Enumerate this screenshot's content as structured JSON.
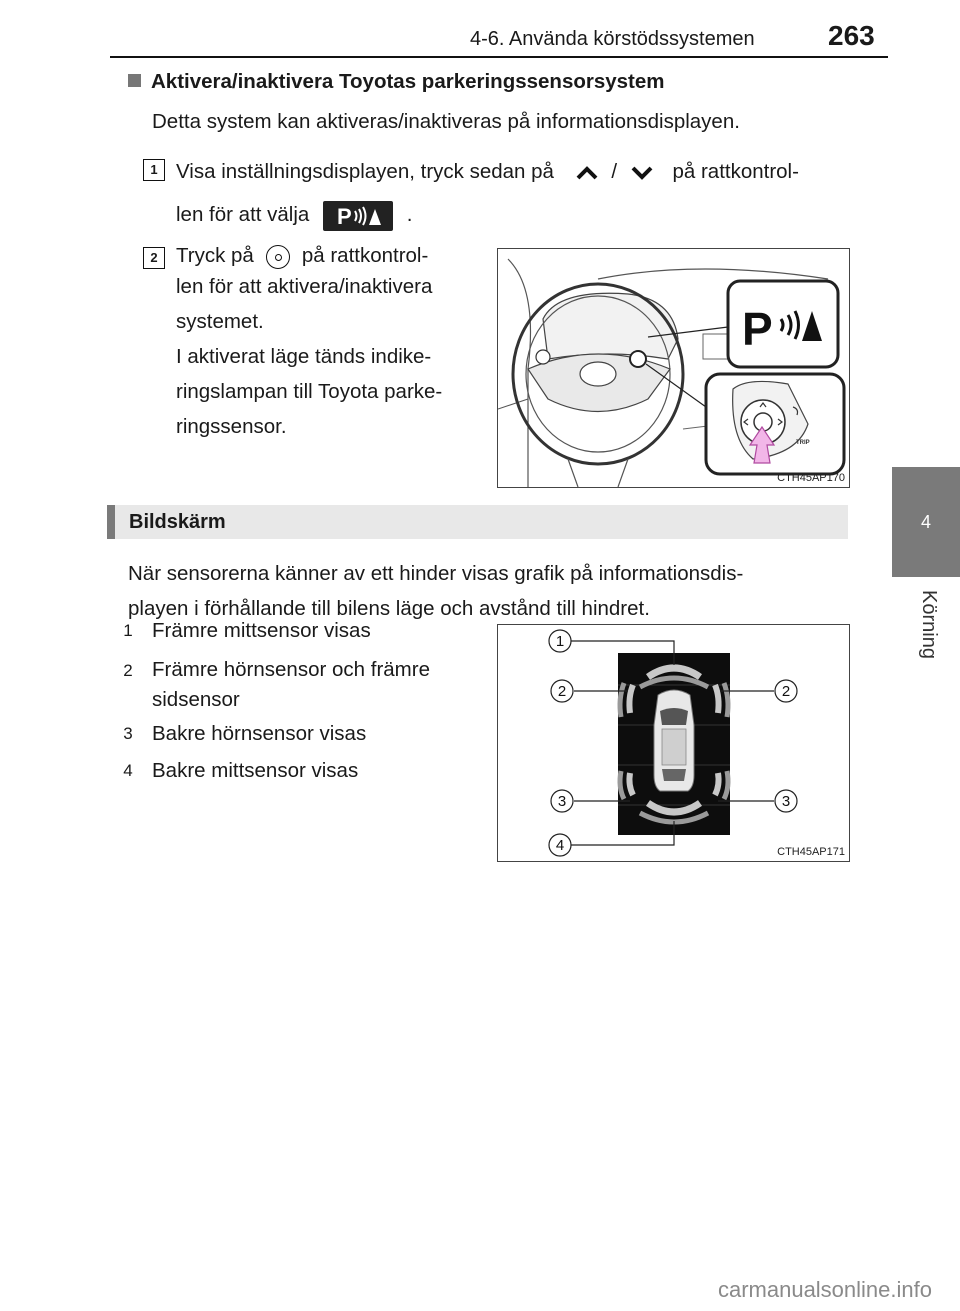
{
  "header": {
    "chapter_title": "4-6. Använda körstödssystemen",
    "page_number": "263",
    "side_tab_number": "4",
    "side_tab_label": "Körning"
  },
  "section": {
    "heading": "Aktivera/inaktivera Toyotas parkeringssensorsystem",
    "intro": "Detta system kan aktiveras/inaktiveras på informationsdisplayen."
  },
  "steps": [
    {
      "number": "1",
      "line1_a": "Visa inställningsdisplayen, tryck sedan på",
      "separator": "/",
      "line1_b": "på rattkontrol-",
      "line2_a": "len för att välja",
      "line2_b": "."
    },
    {
      "number": "2",
      "lines_a": [
        "Tryck på",
        "på rattkontrol-"
      ],
      "lines": [
        "len för att aktivera/inaktivera",
        "systemet."
      ],
      "note_lines": [
        "I aktiverat läge tänds indike-",
        "ringslampan till Toyota parke-",
        "ringssensor."
      ]
    }
  ],
  "figures": {
    "figure1": {
      "code": "CTH45AP170",
      "button_label": "TRIP"
    },
    "figure2": {
      "code": "CTH45AP171",
      "callouts": [
        "1",
        "2",
        "2",
        "3",
        "3",
        "4"
      ]
    }
  },
  "display_section": {
    "heading": "Bildskärm",
    "paragraph_lines": [
      "När sensorerna känner av ett hinder visas grafik på informationsdis-",
      "playen i förhållande till bilens läge och avstånd till hindret."
    ],
    "items": [
      {
        "number": "1",
        "lines": [
          "Främre mittsensor visas"
        ]
      },
      {
        "number": "2",
        "lines": [
          "Främre hörnsensor och främre",
          "sidsensor"
        ]
      },
      {
        "number": "3",
        "lines": [
          "Bakre hörnsensor visas"
        ]
      },
      {
        "number": "4",
        "lines": [
          "Bakre mittsensor visas"
        ]
      }
    ]
  },
  "footer": {
    "watermark": "carmanualsonline.info"
  }
}
